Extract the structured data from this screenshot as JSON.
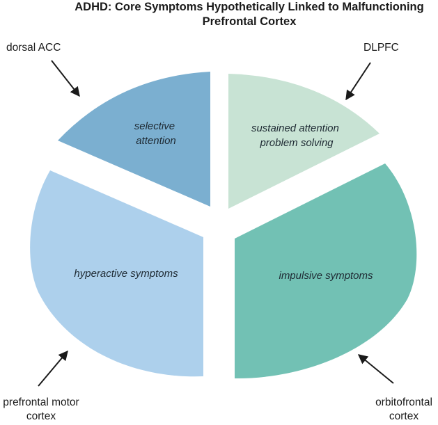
{
  "title": {
    "line1": "ADHD: Core Symptoms Hypothetically Linked to Malfunctioning",
    "line2": "Prefrontal Cortex"
  },
  "segments": [
    {
      "id": "selective-attention",
      "lines": [
        "selective",
        "attention"
      ],
      "color": "#7bafd0",
      "region": "dorsal ACC"
    },
    {
      "id": "sustained-attention",
      "lines": [
        "sustained attention",
        "problem solving"
      ],
      "color": "#c8e3d4",
      "region": "DLPFC"
    },
    {
      "id": "hyperactive-symptoms",
      "lines": [
        "hyperactive symptoms"
      ],
      "color": "#add0ec",
      "region": "prefrontal motor cortex"
    },
    {
      "id": "impulsive-symptoms",
      "lines": [
        "impulsive symptoms"
      ],
      "color": "#72c1b4",
      "region": "orbitofrontal cortex"
    }
  ],
  "regions": {
    "dorsal_acc": "dorsal ACC",
    "dlpfc": "DLPFC",
    "prefrontal_motor": {
      "line1": "prefrontal motor",
      "line2": "cortex"
    },
    "orbitofrontal": {
      "line1": "orbitofrontal",
      "line2": "cortex"
    }
  },
  "arrow_color": "#1a1a1a"
}
